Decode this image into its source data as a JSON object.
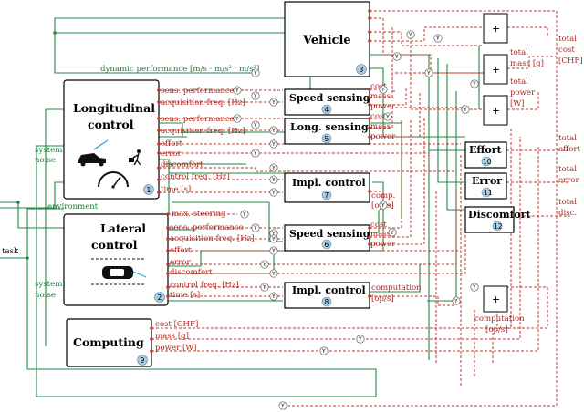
{
  "blocks": {
    "vehicle": {
      "label": "Vehicle",
      "num": "3"
    },
    "longitudinal": {
      "label1": "Longitudinal",
      "label2": "control",
      "num": "1"
    },
    "lateral": {
      "label1": "Lateral",
      "label2": "control",
      "num": "2"
    },
    "computing": {
      "label": "Computing",
      "num": "9"
    },
    "speed_sensing_long": {
      "label": "Speed sensing",
      "num": "4"
    },
    "long_sensing": {
      "label": "Long. sensing",
      "num": "5"
    },
    "impl_control_long": {
      "label": "Impl. control",
      "num": "7"
    },
    "speed_sensing_lat": {
      "label": "Speed sensing",
      "num": "6"
    },
    "impl_control_lat": {
      "label": "Impl. control",
      "num": "8"
    },
    "effort": {
      "label": "Effort",
      "num": "10"
    },
    "error": {
      "label": "Error",
      "num": "11"
    },
    "discomfort": {
      "label": "Discomfort",
      "num": "12"
    }
  },
  "sum_symbol": "+",
  "y_symbol": "Y",
  "labels": {
    "dynamic_performance": "dynamic performance [m/s · m/s² · m/s³]",
    "system_noise_1": "system",
    "system_noise_2": "noise",
    "environment": "environment",
    "task": "task",
    "long_sens_perf": "sens. performance",
    "long_acq_freq": "acquisition freq. [Hz]",
    "long_sens_perf2": "sens. performance",
    "long_acq_freq2": "acquisition freq. [Hz]",
    "long_effort": "effort",
    "long_error": "error",
    "long_discomfort": "discomfort",
    "long_control_freq": "control freq. [Hz]",
    "long_time": "time [s]",
    "lat_max_steering": "max. steering",
    "lat_sens_perf": "sens. performance",
    "lat_acq_freq": "acquisition freq. [Hz]",
    "lat_effort": "effort",
    "lat_error": "error",
    "lat_discomfort": "discomfort",
    "lat_control_freq": "control freq. [Hz]",
    "lat_time": "time [s]",
    "comp_cost": "cost [CHF]",
    "comp_mass": "mass [g]",
    "comp_power": "power [W]",
    "s4_cost": "cost",
    "s4_mass": "mass",
    "s4_power": "power",
    "s5_cost": "cost",
    "s5_mass": "mass",
    "s5_power": "power",
    "s6_cost": "cost",
    "s6_mass": "mass",
    "s6_power": "power",
    "i7_comp1": "comp.",
    "i7_comp2": "[op/s]",
    "i8_comp1": "computation",
    "i8_comp2": "[op/s]",
    "sum_comp1": "computation",
    "sum_comp2": "[op/s]",
    "sum_mass1": "total",
    "sum_mass2": "mass [g]",
    "sum_power1": "total",
    "sum_power2": "power",
    "sum_power3": "[W]",
    "total_cost1": "total",
    "total_cost2": "cost",
    "total_cost3": "[CHF]",
    "total_effort1": "total",
    "total_effort2": "effort",
    "total_error1": "total",
    "total_error2": "error",
    "total_disc1": "total",
    "total_disc2": "disc."
  }
}
